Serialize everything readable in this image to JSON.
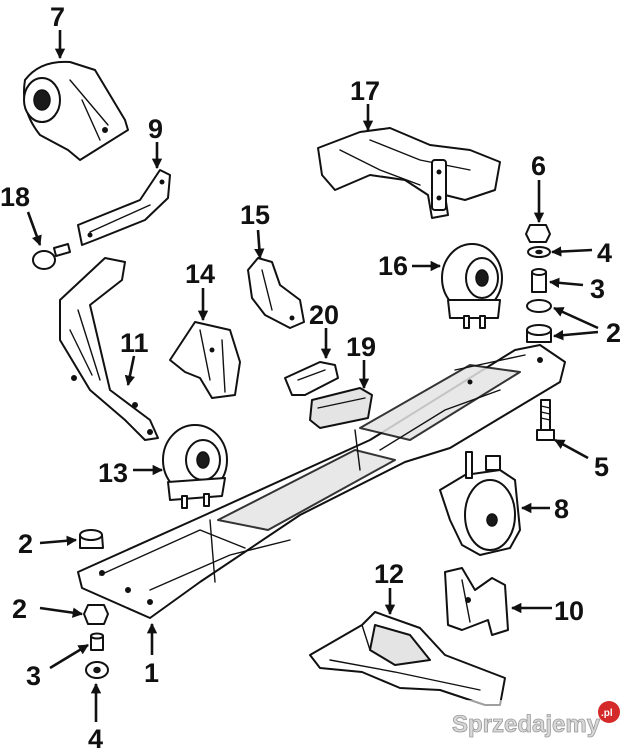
{
  "callouts": [
    {
      "id": "c7",
      "label": "7"
    },
    {
      "id": "c9",
      "label": "9"
    },
    {
      "id": "c18",
      "label": "18"
    },
    {
      "id": "c11",
      "label": "11"
    },
    {
      "id": "c14",
      "label": "14"
    },
    {
      "id": "c15",
      "label": "15"
    },
    {
      "id": "c17",
      "label": "17"
    },
    {
      "id": "c6",
      "label": "6"
    },
    {
      "id": "c4a",
      "label": "4"
    },
    {
      "id": "c3a",
      "label": "3"
    },
    {
      "id": "c2a",
      "label": "2"
    },
    {
      "id": "c16",
      "label": "16"
    },
    {
      "id": "c20",
      "label": "20"
    },
    {
      "id": "c19",
      "label": "19"
    },
    {
      "id": "c5",
      "label": "5"
    },
    {
      "id": "c13",
      "label": "13"
    },
    {
      "id": "c8",
      "label": "8"
    },
    {
      "id": "c2b",
      "label": "2"
    },
    {
      "id": "c2c",
      "label": "2"
    },
    {
      "id": "c12",
      "label": "12"
    },
    {
      "id": "c10",
      "label": "10"
    },
    {
      "id": "c3b",
      "label": "3"
    },
    {
      "id": "c1",
      "label": "1"
    },
    {
      "id": "c4b",
      "label": "4"
    }
  ],
  "watermark": {
    "text": "Sprzedajemy",
    "badge": ".pl"
  }
}
